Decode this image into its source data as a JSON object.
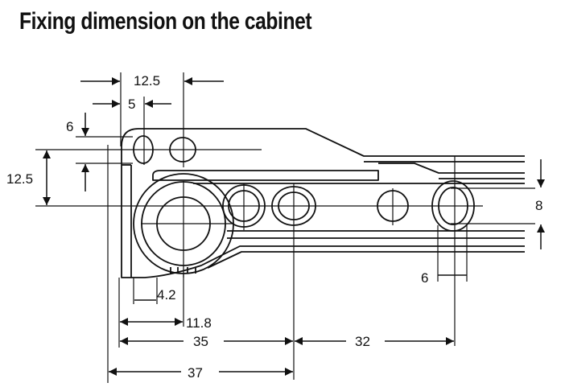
{
  "title": "Fixing dimension on the cabinet",
  "dimensions": {
    "d_12_5_top": "12.5",
    "d_5": "5",
    "d_6_left": "6",
    "d_12_5_left": "12.5",
    "d_8": "8",
    "d_6_bottom": "6",
    "d_4_2": "4.2",
    "d_11_8": "11.8",
    "d_35": "35",
    "d_32": "32",
    "d_37": "37"
  },
  "colors": {
    "line": "#111111",
    "background": "#ffffff"
  }
}
